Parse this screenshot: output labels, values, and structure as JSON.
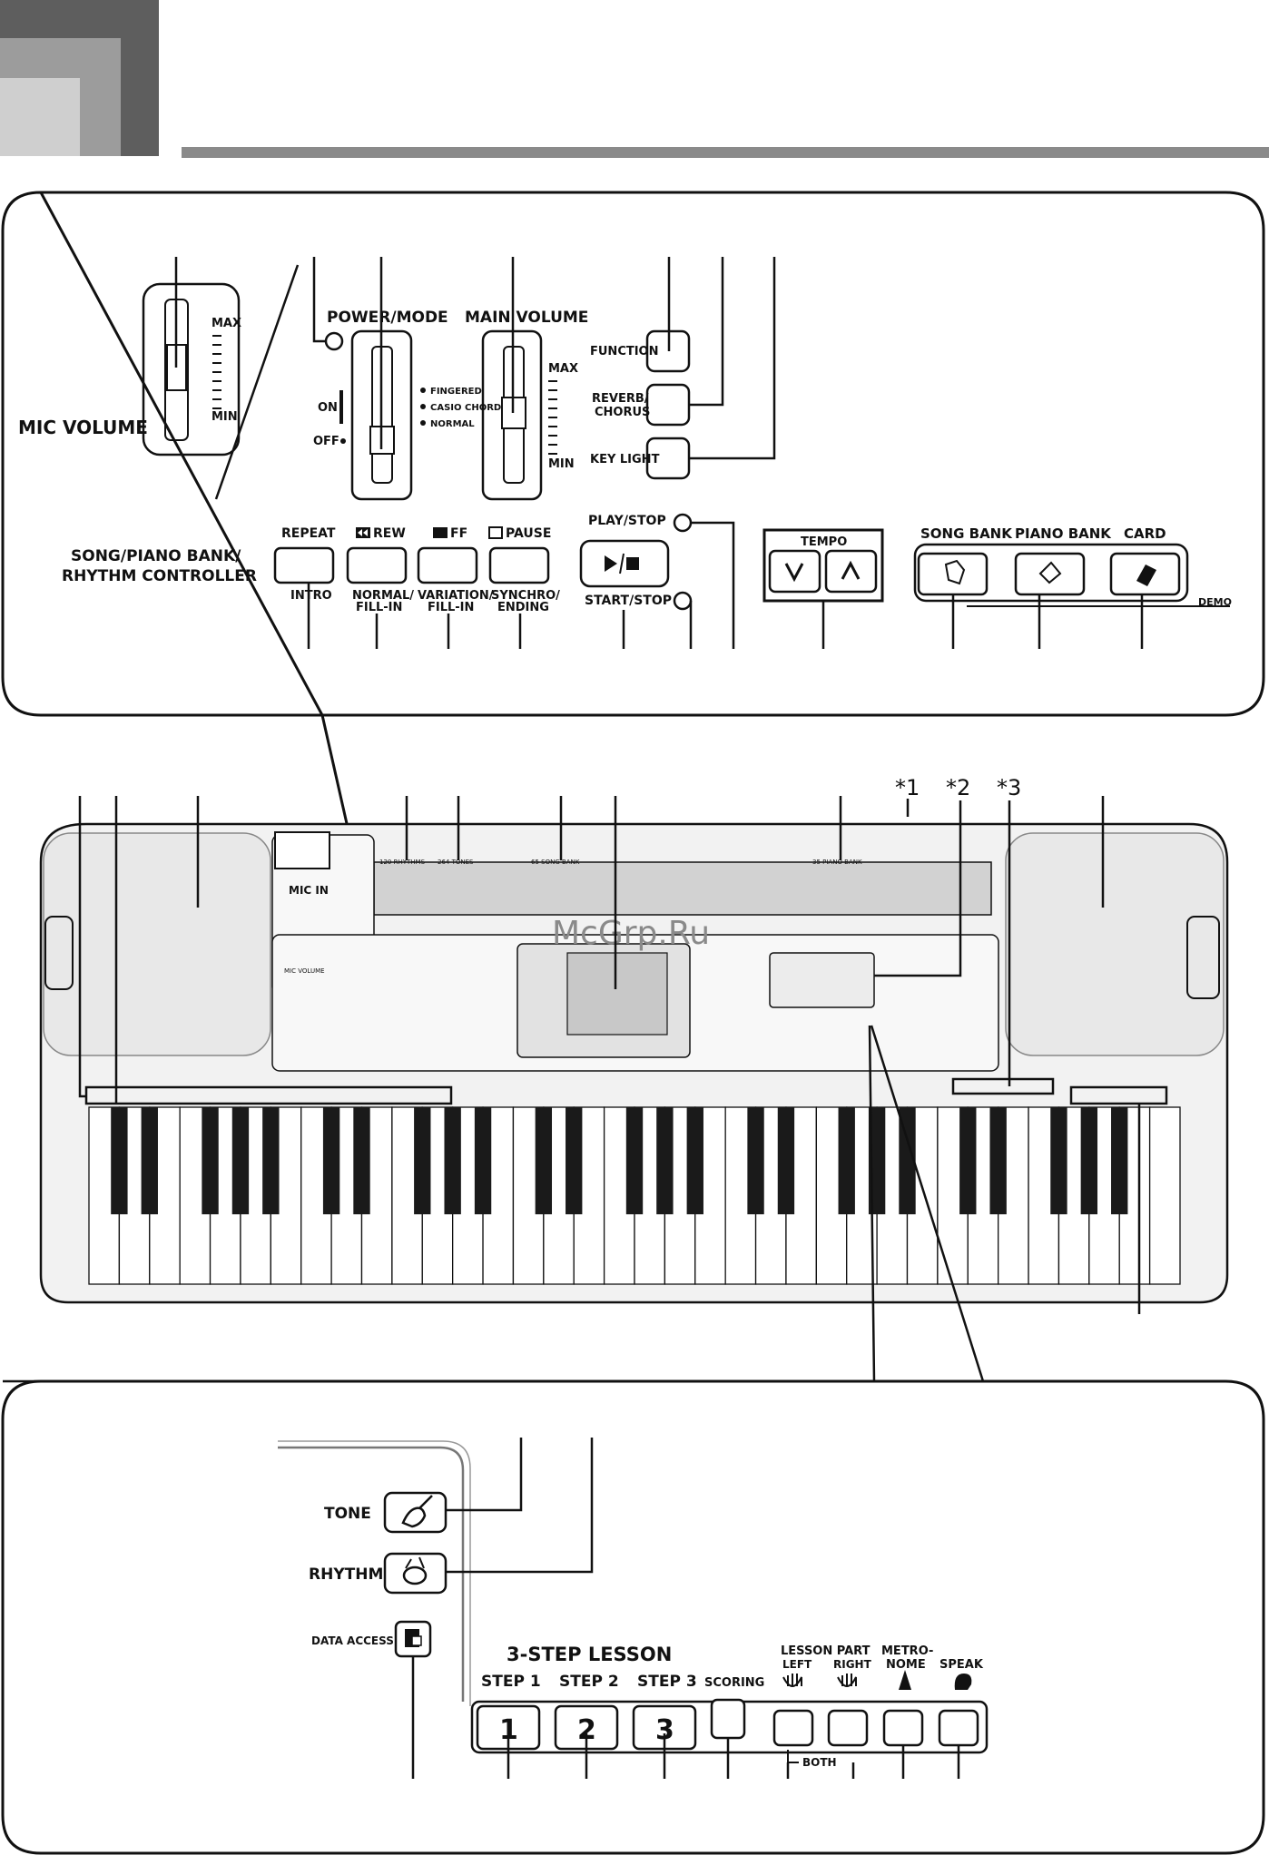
{
  "watermark": "McGrp.Ru",
  "top_panel": {
    "mic_volume": {
      "label": "MIC VOLUME",
      "max": "MAX",
      "min": "MIN"
    },
    "power_mode": {
      "label": "POWER/MODE",
      "on": "ON",
      "off": "OFF",
      "modes": [
        "FINGERED",
        "CASIO CHORD",
        "NORMAL"
      ]
    },
    "main_volume": {
      "label": "MAIN VOLUME",
      "max": "MAX",
      "min": "MIN"
    },
    "buttons": [
      "FUNCTION",
      "REVERB/",
      "CHORUS",
      "KEY LIGHT"
    ],
    "controller_label": [
      "SONG/PIANO BANK/",
      "RHYTHM CONTROLLER"
    ],
    "top_labels": [
      "REPEAT",
      "REW",
      "FF",
      "PAUSE",
      "PLAY/STOP"
    ],
    "bottom_labels": [
      "INTRO",
      "NORMAL/",
      "FILL-IN",
      "VARIATION/",
      "FILL-IN",
      "SYNCHRO/",
      "ENDING",
      "START/STOP"
    ],
    "tempo": "TEMPO",
    "banks": [
      "SONG BANK",
      "PIANO BANK",
      "CARD"
    ],
    "demo": "DEMO"
  },
  "keyboard": {
    "markers": [
      "*1",
      "*2",
      "*3"
    ],
    "mic_in": "MIC IN",
    "mic_volume_small": "MIC VOLUME",
    "printed": [
      "120 RHYTHMS",
      "264 TONES",
      "65 SONG BANK",
      "35 PIANO BANK"
    ]
  },
  "bottom_panel": {
    "tone": "TONE",
    "rhythm": "RHYTHM",
    "data_access": "DATA ACCESS",
    "lesson_title": "3-STEP LESSON",
    "steps": [
      "STEP 1",
      "STEP 2",
      "STEP 3",
      "SCORING"
    ],
    "step_numbers": [
      "1",
      "2",
      "3"
    ],
    "lesson_part": "LESSON PART",
    "left": "LEFT",
    "right": "RIGHT",
    "metronome": [
      "METRO-",
      "NOME"
    ],
    "speak": "SPEAK",
    "both": "BOTH"
  }
}
